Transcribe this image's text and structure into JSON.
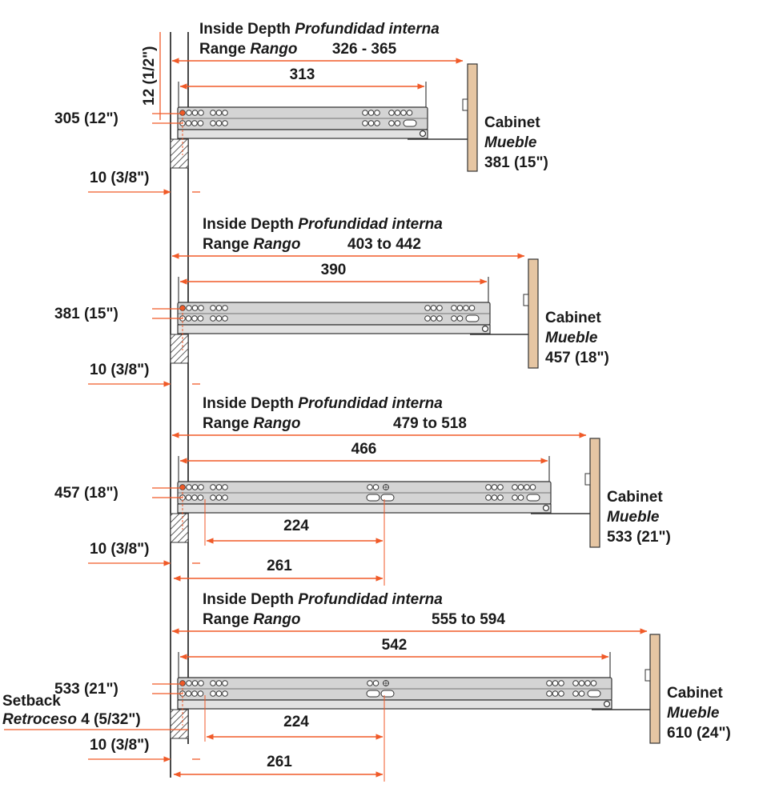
{
  "colors": {
    "arrow": "#f05a28",
    "line": "#1a1a1a",
    "rail_fill": "#d4d4d4",
    "cabinet_fill": "#e6c6a3",
    "cabinet_stroke": "#333333"
  },
  "diagram": {
    "top_note": "12 (1/2\")",
    "setback": {
      "en": "Setback",
      "es": "Retroceso",
      "value": "4 (5/32\")"
    },
    "sections": [
      {
        "depth_en": "Inside Depth",
        "depth_es": "Profundidad interna",
        "range_en": "Range",
        "range_es": "Rango",
        "range_value": "326 - 365",
        "slide_length": "313",
        "drawer_label": "305 (12\")",
        "gap_label": "10 (3/8\")",
        "cabinet_en": "Cabinet",
        "cabinet_es": "Mueble",
        "cabinet_size": "381 (15\")"
      },
      {
        "depth_en": "Inside Depth",
        "depth_es": "Profundidad interna",
        "range_en": "Range",
        "range_es": "Rango",
        "range_value": "403 to 442",
        "slide_length": "390",
        "drawer_label": "381 (15\")",
        "gap_label": "10 (3/8\")",
        "cabinet_en": "Cabinet",
        "cabinet_es": "Mueble",
        "cabinet_size": "457 (18\")"
      },
      {
        "depth_en": "Inside Depth",
        "depth_es": "Profundidad interna",
        "range_en": "Range",
        "range_es": "Rango",
        "range_value": "479 to 518",
        "slide_length": "466",
        "drawer_label": "457 (18\")",
        "gap_label": "10 (3/8\")",
        "cabinet_en": "Cabinet",
        "cabinet_es": "Mueble",
        "cabinet_size": "533 (21\")",
        "sub_dims": [
          "224",
          "261"
        ]
      },
      {
        "depth_en": "Inside Depth",
        "depth_es": "Profundidad interna",
        "range_en": "Range",
        "range_es": "Rango",
        "range_value": "555 to 594",
        "slide_length": "542",
        "drawer_label": "533 (21\")",
        "gap_label": "10 (3/8\")",
        "cabinet_en": "Cabinet",
        "cabinet_es": "Mueble",
        "cabinet_size": "610 (24\")",
        "sub_dims": [
          "224",
          "261"
        ]
      }
    ]
  }
}
